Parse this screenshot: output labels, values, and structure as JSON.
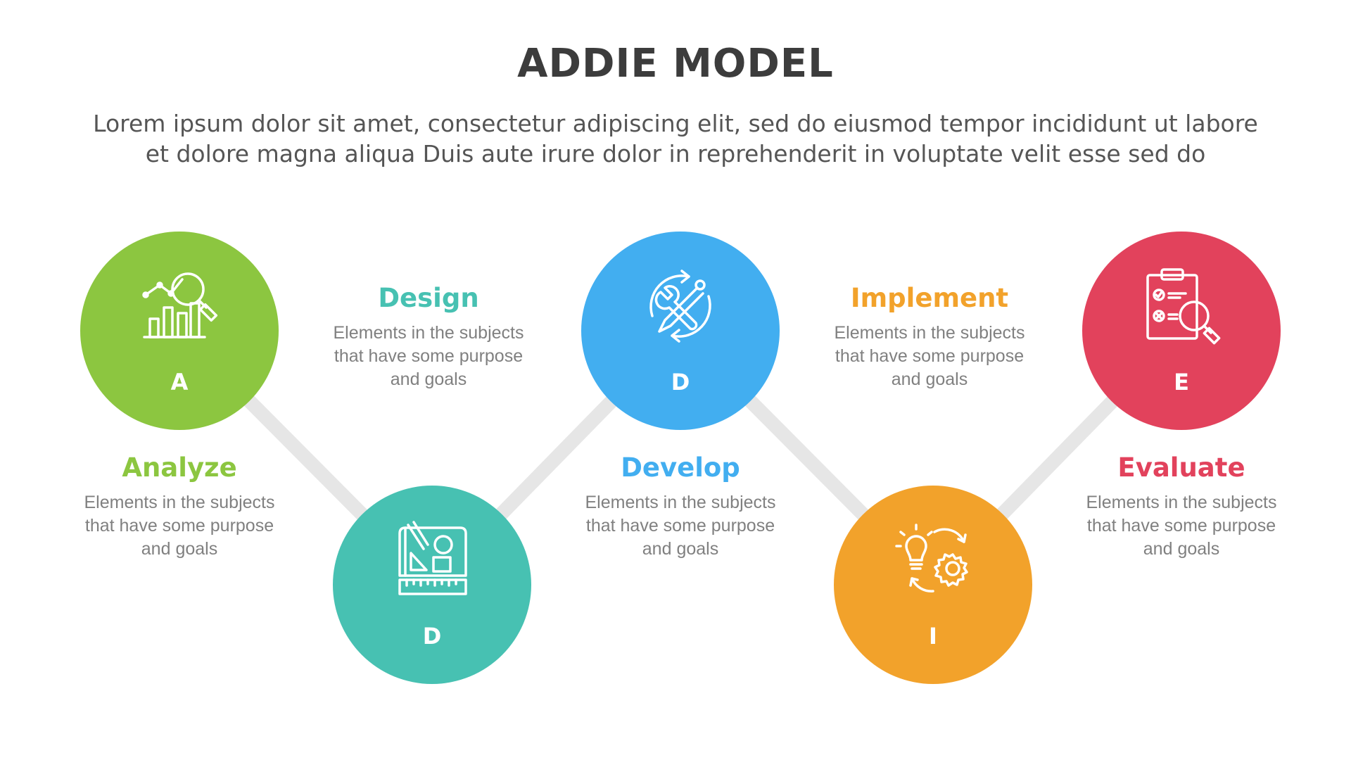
{
  "title": "ADDIE MODEL",
  "subtitle": [
    "Lorem ipsum dolor sit amet, consectetur adipiscing elit, sed do eiusmod tempor incididunt ut labore",
    "et dolore magna aliqua Duis aute irure dolor in reprehenderit in voluptate velit esse sed do"
  ],
  "steps": [
    {
      "letter": "A",
      "heading": "Analyze",
      "color": "#8cc640",
      "heading_color": "#8cc640",
      "icon": "chart-magnifier-icon",
      "desc": [
        "Elements in the subjects",
        "that have  some purpose",
        "and goals"
      ]
    },
    {
      "letter": "D",
      "heading": "Design",
      "color": "#47c1b2",
      "heading_color": "#47c1b2",
      "icon": "blueprint-ruler-icon",
      "desc": [
        "Elements in the subjects",
        "that have  some purpose",
        "and goals"
      ]
    },
    {
      "letter": "D",
      "heading": "Develop",
      "color": "#42aef0",
      "heading_color": "#42aef0",
      "icon": "wrench-cycle-icon",
      "desc": [
        "Elements in the subjects",
        "that have  some purpose",
        "and goals"
      ]
    },
    {
      "letter": "I",
      "heading": "Implement",
      "color": "#f2a22b",
      "heading_color": "#f2a22b",
      "icon": "bulb-gear-icon",
      "desc": [
        "Elements in the subjects",
        "that have  some purpose",
        "and goals"
      ]
    },
    {
      "letter": "E",
      "heading": "Evaluate",
      "color": "#e2425c",
      "heading_color": "#e2425c",
      "icon": "clipboard-search-icon",
      "desc": [
        "Elements in the subjects",
        "that have  some purpose",
        "and goals"
      ]
    }
  ]
}
